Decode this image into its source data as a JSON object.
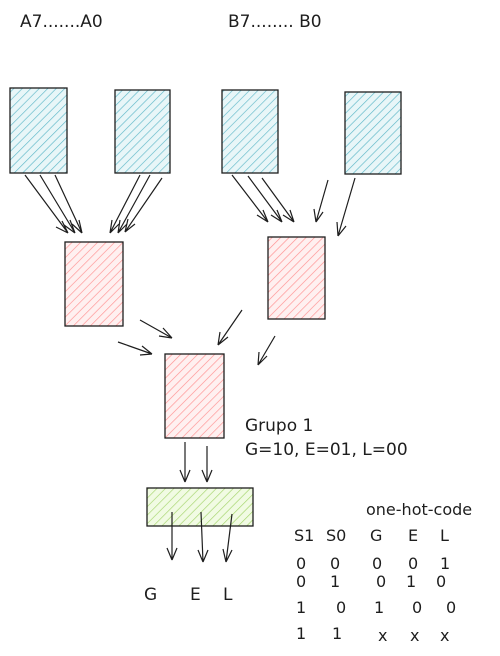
{
  "inputs": {
    "a_label": "A7.......A0",
    "b_label": "B7........ B0"
  },
  "group": {
    "title": "Grupo 1",
    "encoding": "G=10, E=01, L=00"
  },
  "decoder_outputs": [
    "G",
    "E",
    "L"
  ],
  "table": {
    "title": "one-hot-code",
    "headers": [
      "S1",
      "S0",
      "G",
      "E",
      "L"
    ],
    "rows": [
      [
        "0",
        "0",
        "0",
        "0",
        "1"
      ],
      [
        "0",
        "1",
        "0",
        "1",
        "0"
      ],
      [
        "1",
        "0",
        "1",
        "0",
        "0"
      ],
      [
        "1",
        "1",
        "x",
        "x",
        "x"
      ]
    ]
  },
  "colors": {
    "input_block": "#a5d8e0",
    "compare_block": "#ffc9c9",
    "decoder_block": "#d8f5a2",
    "stroke": "#1e1e1e"
  }
}
